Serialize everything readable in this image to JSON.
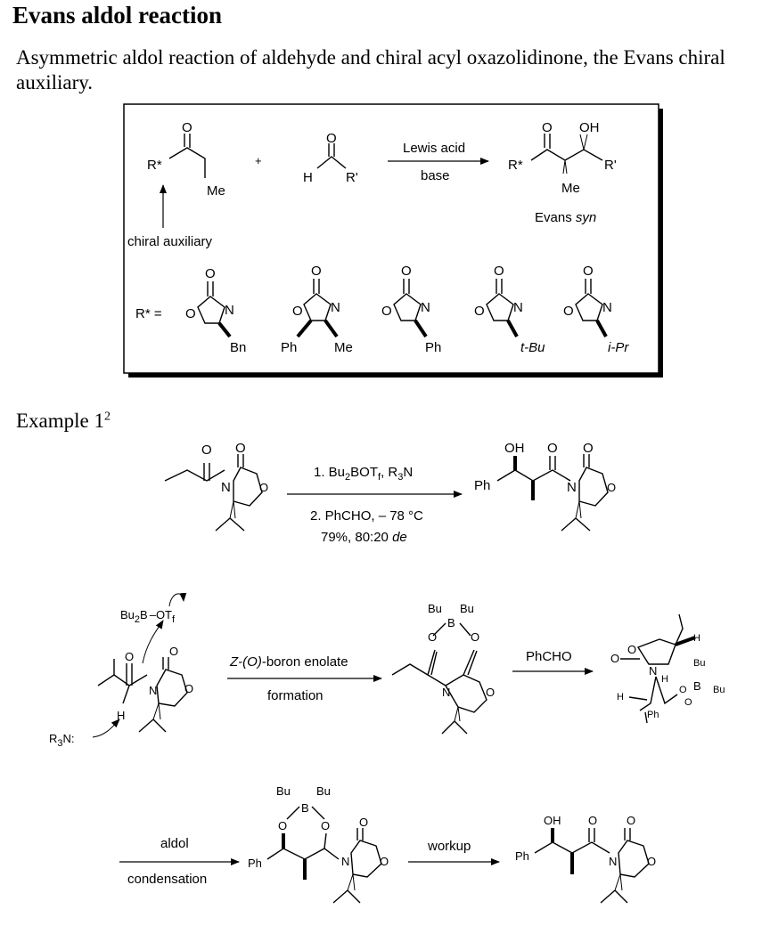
{
  "title": "Evans aldol reaction",
  "intro": "Asymmetric aldol reaction of aldehyde and chiral acyl oxazolidinone, the Evans chiral auxiliary.",
  "example": {
    "label": "Example 1",
    "ref": "2"
  },
  "box": {
    "rstar": "R*",
    "me": "Me",
    "plus": "+",
    "h": "H",
    "rprime": "R'",
    "o": "O",
    "oh": "OH",
    "reagent_top": "Lewis acid",
    "reagent_bottom": "base",
    "product_label_prefix": "Evans ",
    "product_label_italic": "syn",
    "chiral_aux": "chiral auxiliary",
    "rstar_eq": "R* =",
    "n": "N",
    "aux_subs": [
      "Bn",
      "Ph",
      "Me",
      "Ph",
      "t-Bu",
      "i-Pr"
    ]
  },
  "ex1": {
    "cond1_text": "1. Bu",
    "cond1_sub": "2",
    "cond1_text2": "BOT",
    "cond1_sub2": "f",
    "cond1_text3": ", R",
    "cond1_sub3": "3",
    "cond1_text4": "N",
    "cond2": "2. PhCHO, – 78 °C",
    "cond3_prefix": "79%, 80:20 ",
    "cond3_italic": "de",
    "ph": "Ph"
  },
  "mech": {
    "bu2b": "Bu",
    "bu2b_sub": "2",
    "bu2b_b": "B",
    "otf": "OT",
    "otf_sub": "f",
    "h": "H",
    "r3n": "R",
    "r3n_sub": "3",
    "r3n_tail": "N:",
    "arrow1_top_italic": "Z-(O)",
    "arrow1_top_rest": "-boron enolate",
    "arrow1_bottom": "formation",
    "bu": "Bu",
    "b": "B",
    "arrow2_top": "PhCHO",
    "ts_ph": "Ph",
    "aldol_top": "aldol",
    "aldol_bottom": "condensation",
    "workup": "workup"
  }
}
